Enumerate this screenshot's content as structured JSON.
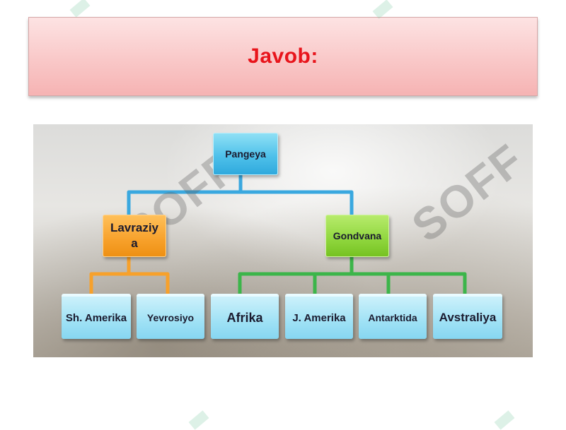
{
  "title": "Javob:",
  "diagram": {
    "root": "Pangeya",
    "left_branch": "Lavraziya",
    "right_branch": "Gondvana",
    "left_children": [
      "Sh. Amerika",
      "Yevrosiyo"
    ],
    "right_children": [
      "Afrika",
      "J. Amerika",
      "Antarktida",
      "Avstraliya"
    ]
  },
  "watermark": "SOFF",
  "colors": {
    "title_text": "#e8141b",
    "title_background": "#f9c8c8",
    "root_node": "#4fc1ea",
    "left_branch_node": "#f7a12b",
    "right_branch_node": "#8fd63d",
    "leaf_node": "#9fe1f5",
    "connector_blue": "#3aa8df",
    "connector_orange": "#f7a12b",
    "connector_green": "#3cb54a"
  }
}
